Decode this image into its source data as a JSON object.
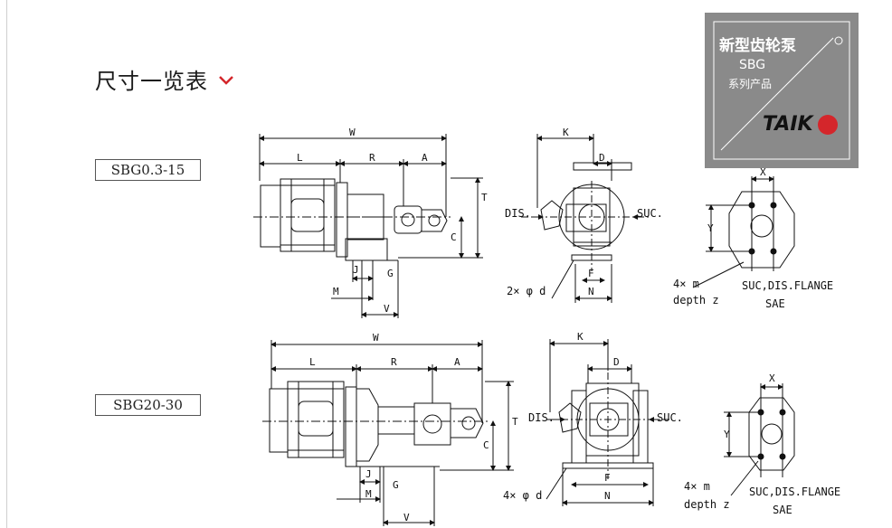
{
  "section": {
    "title": "尺寸一览表"
  },
  "badge": {
    "line1": "新型齿轮泵",
    "line2": "SBG",
    "line3": "系列产品",
    "brand": "TAIK"
  },
  "models": [
    {
      "name": "SBG0.3-15"
    },
    {
      "name": "SBG20-30"
    }
  ],
  "dims": {
    "W": "W",
    "L": "L",
    "R": "R",
    "A": "A",
    "T": "T",
    "C": "C",
    "J": "J",
    "G": "G",
    "M": "M",
    "V": "V",
    "K": "K",
    "D": "D",
    "F": "F",
    "N": "N",
    "X": "X",
    "Y": "Y"
  },
  "labels": {
    "dis": "DIS.",
    "suc": "SUC.",
    "holes_top": "2× φ d",
    "holes_bottom": "4× φ d",
    "flange_holes": "4× m",
    "depth": "depth z",
    "flange": "SUC,DIS.FLANGE",
    "sae": "SAE"
  },
  "colors": {
    "accent": "#d4262b",
    "badge_bg": "#8a8a8a",
    "ink": "#111111"
  }
}
